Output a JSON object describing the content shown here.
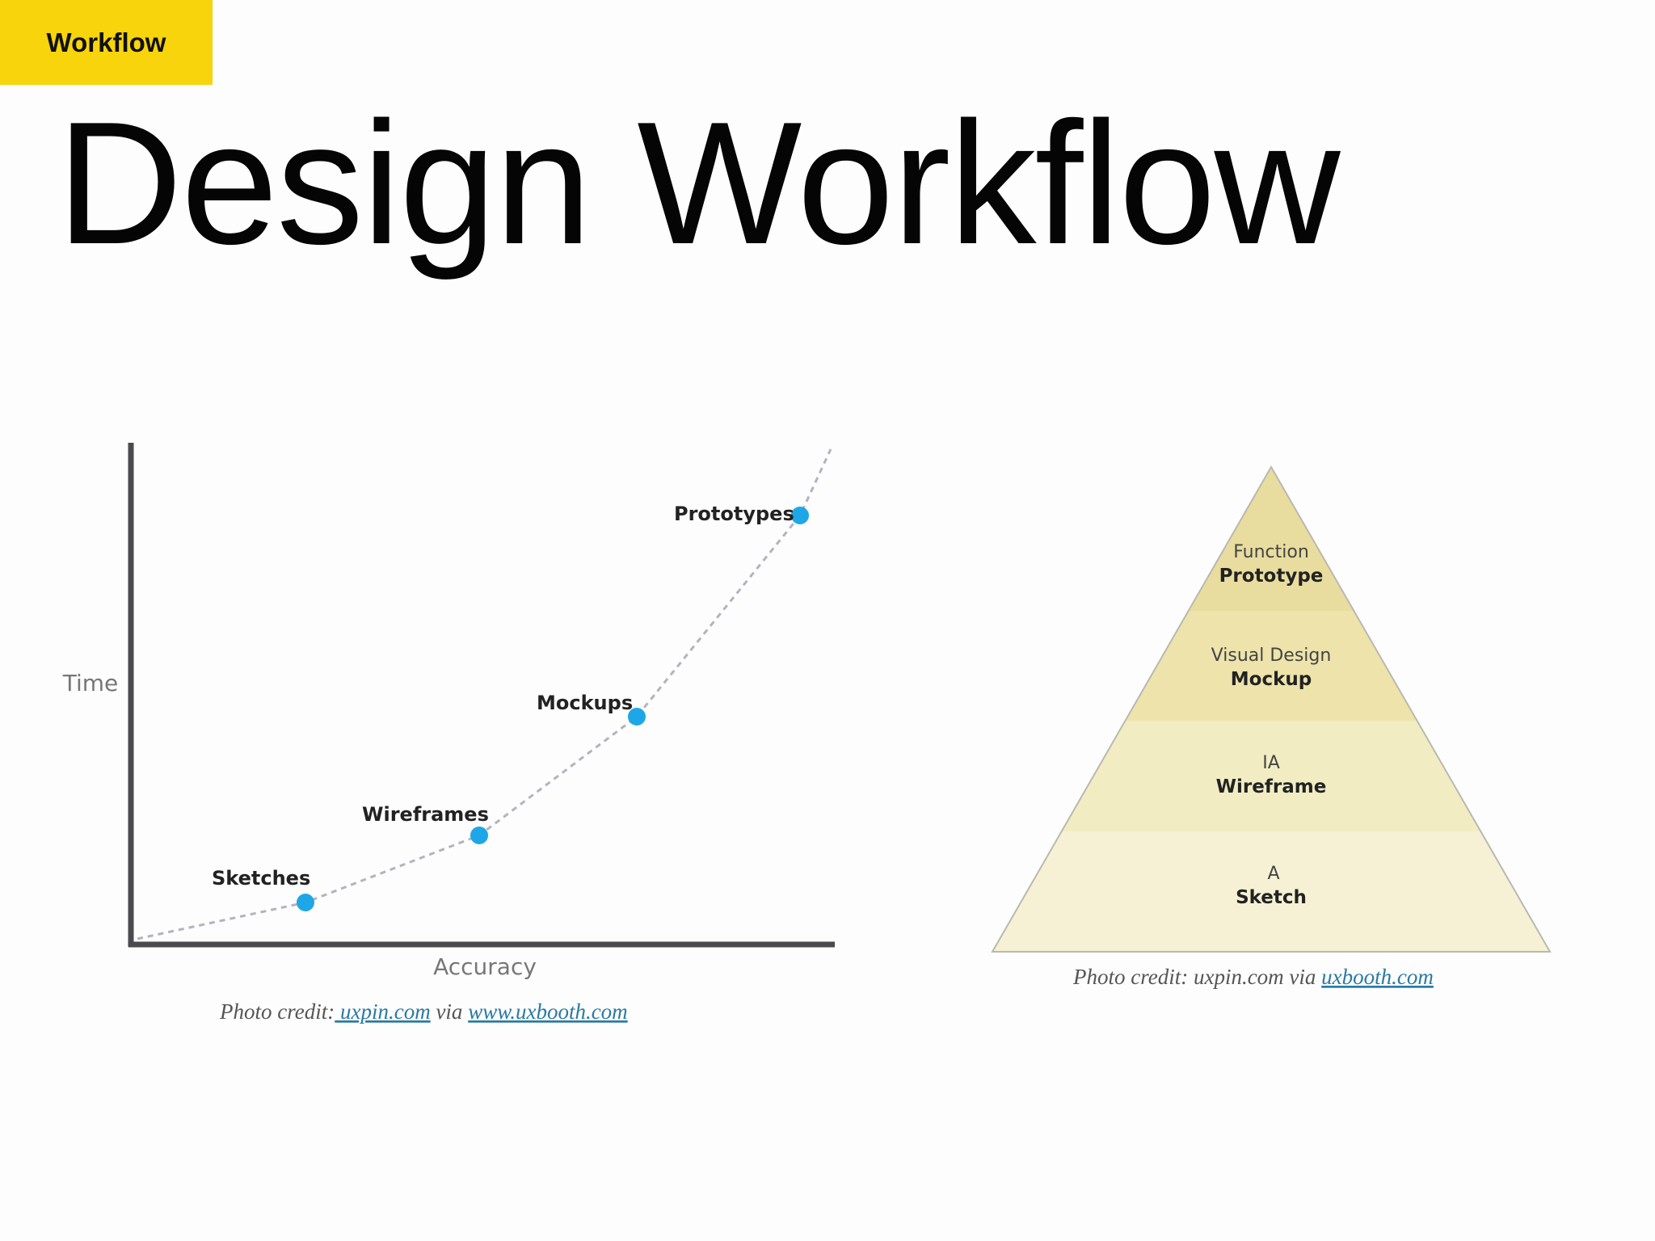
{
  "header": {
    "tag_label": "Workflow",
    "title": "Design Workflow"
  },
  "colors": {
    "tag_background": "#f7d40c",
    "point_color": "#1ea7e6",
    "axis_color": "#4a4a4f",
    "pyramid_top": "#e8dd9f",
    "pyramid_bottom": "#f6f1d4",
    "link_color": "#2a7aa3"
  },
  "chart": {
    "ylabel": "Time",
    "xlabel": "Accuracy",
    "points": [
      {
        "label": "Sketches"
      },
      {
        "label": "Wireframes"
      },
      {
        "label": "Mockups"
      },
      {
        "label": "Prototypes"
      }
    ],
    "credit": {
      "prefix": "Photo credit:",
      "link1": " uxpin.com",
      "middle": " via ",
      "link2": "www.uxbooth.com"
    }
  },
  "pyramid": {
    "tiers": [
      {
        "line1": "Function",
        "line2": "Prototype"
      },
      {
        "line1": "Visual Design",
        "line2": "Mockup"
      },
      {
        "line1": "IA",
        "line2": "Wireframe"
      },
      {
        "line1": "A",
        "line2": "Sketch"
      }
    ],
    "credit": {
      "prefix": "Photo credit: uxpin.com via ",
      "link": "uxbooth.com"
    }
  }
}
